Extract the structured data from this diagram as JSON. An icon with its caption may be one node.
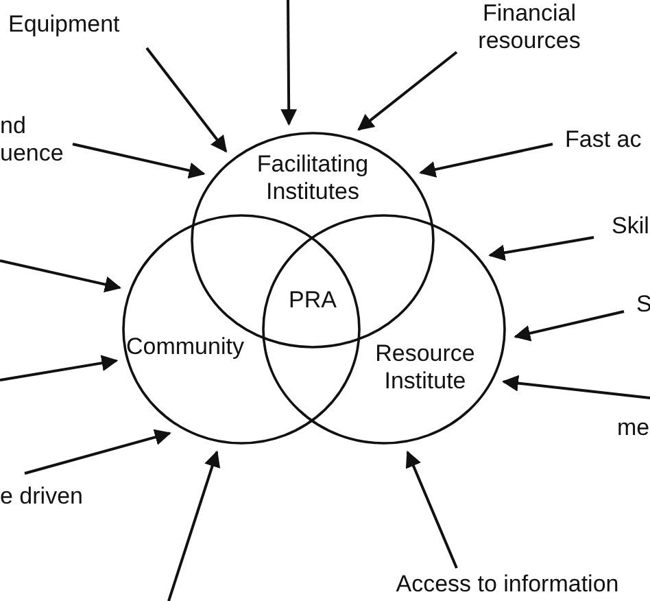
{
  "diagram": {
    "nodes": [
      {
        "text": [
          "Facilitating Institutes"
        ]
      },
      {
        "text": [
          "Community"
        ]
      },
      {
        "text": [
          "Resource Institute"
        ]
      },
      {
        "text": [
          "Equipment"
        ]
      },
      {
        "text": [
          "Financial resources"
        ]
      },
      {
        "text": [
          "nd uence"
        ]
      },
      {
        "text": [
          "Fast ac"
        ]
      },
      {
        "text": [
          "Skil"
        ]
      },
      {
        "text": [
          "S"
        ]
      },
      {
        "text": [
          "me"
        ]
      },
      {
        "text": [
          "e driven"
        ]
      },
      {
        "text": [
          "Access to information"
        ]
      }
    ],
    "edges": [
      {
        "from": null,
        "to": 0,
        "arrow": "to"
      },
      {
        "from": 3,
        "to": 0,
        "arrow": "to"
      },
      {
        "from": 4,
        "to": 0,
        "arrow": "to"
      },
      {
        "from": 5,
        "to": 0,
        "arrow": "to"
      },
      {
        "from": 6,
        "to": 0,
        "arrow": "to"
      },
      {
        "from": 7,
        "to": 2,
        "arrow": "to"
      },
      {
        "from": 8,
        "to": 2,
        "arrow": "to"
      },
      {
        "from": 9,
        "to": 2,
        "arrow": "to"
      },
      {
        "from": null,
        "to": 1,
        "arrow": "to"
      },
      {
        "from": null,
        "to": 1,
        "arrow": "to"
      },
      {
        "from": 10,
        "to": 1,
        "arrow": "to"
      },
      {
        "from": null,
        "to": 1,
        "arrow": "to"
      },
      {
        "from": 11,
        "to": 2,
        "arrow": "to"
      }
    ],
    "labels": [
      "PRA"
    ]
  }
}
